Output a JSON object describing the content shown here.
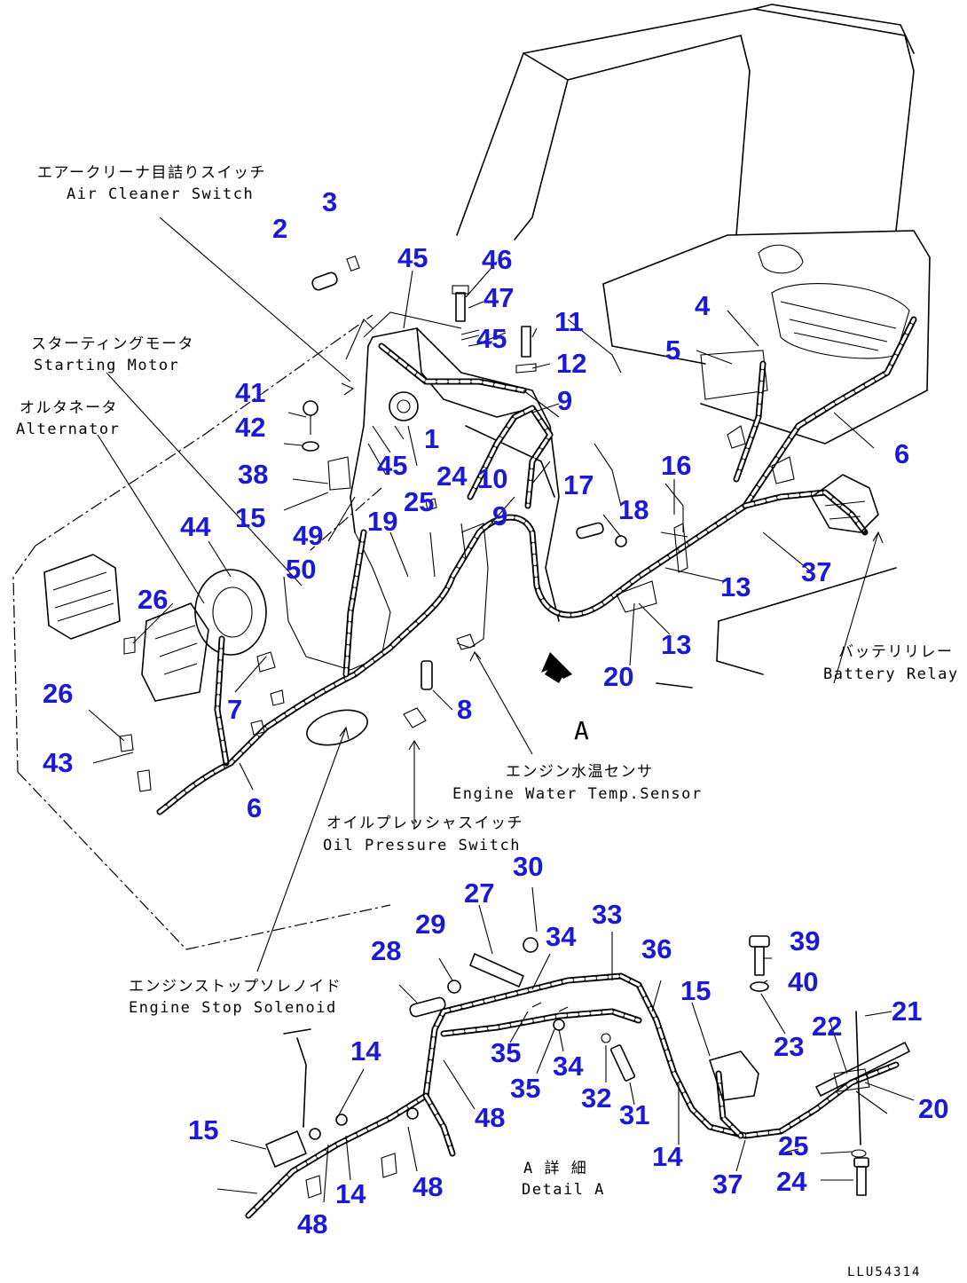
{
  "drawing_code": "LLU54314",
  "view_marker": "A",
  "labels": {
    "air_cleaner_switch_jp": "エアークリーナ目詰りスイッチ",
    "air_cleaner_switch_en": "Air Cleaner Switch",
    "starting_motor_jp": "スターティングモータ",
    "starting_motor_en": "Starting Motor",
    "alternator_jp": "オルタネータ",
    "alternator_en": "Alternator",
    "battery_relay_jp": "バッテリリレー",
    "battery_relay_en": "Battery Relay",
    "water_temp_jp": "エンジン水温センサ",
    "water_temp_en": "Engine Water Temp.Sensor",
    "oil_pressure_jp": "オイルプレッシャスイッチ",
    "oil_pressure_en": "Oil Pressure Switch",
    "stop_solenoid_jp": "エンジンストップソレノイド",
    "stop_solenoid_en": "Engine Stop Solenoid",
    "detail_jp": "A 詳 細",
    "detail_en": "Detail A"
  },
  "parts": [
    "1",
    "2",
    "3",
    "4",
    "5",
    "6",
    "7",
    "8",
    "9",
    "10",
    "11",
    "12",
    "13",
    "14",
    "15",
    "16",
    "17",
    "18",
    "19",
    "20",
    "21",
    "22",
    "23",
    "24",
    "25",
    "26",
    "27",
    "28",
    "29",
    "30",
    "31",
    "32",
    "33",
    "34",
    "35",
    "36",
    "37",
    "38",
    "39",
    "40",
    "41",
    "42",
    "43",
    "44",
    "45",
    "46",
    "47",
    "48",
    "49",
    "50"
  ]
}
